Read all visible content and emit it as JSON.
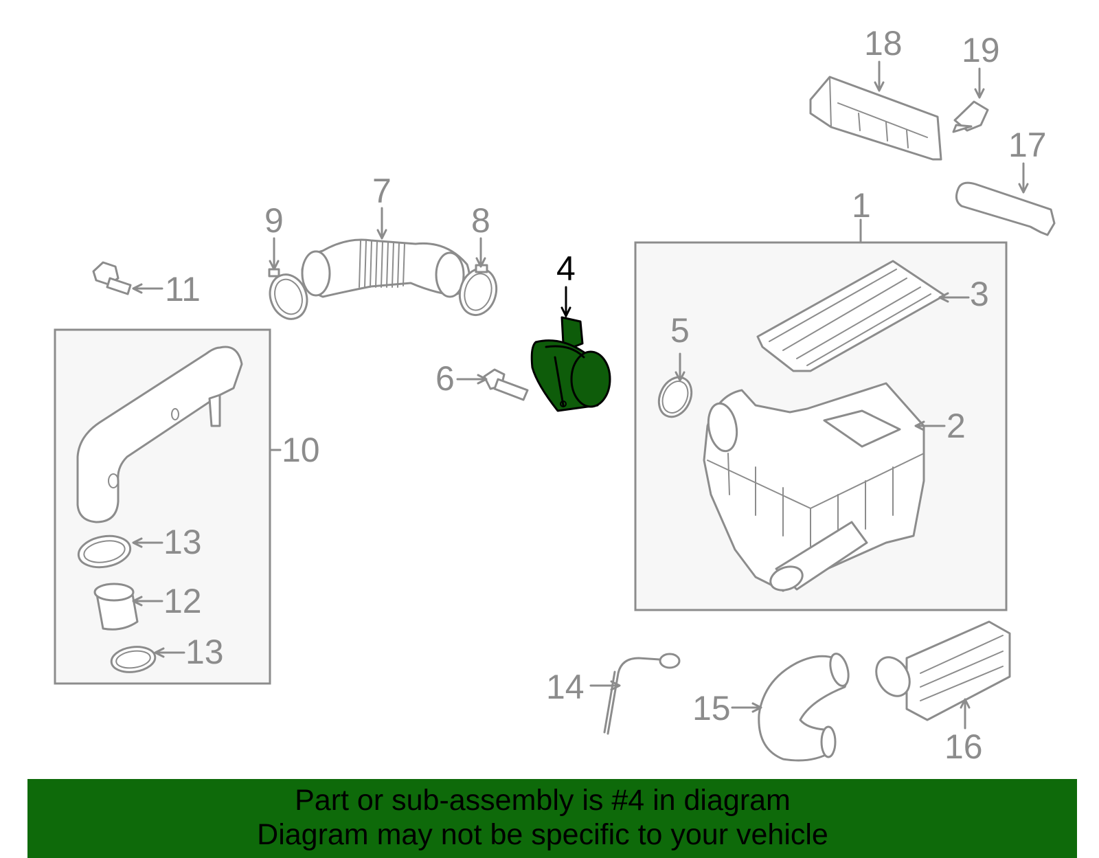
{
  "callouts": {
    "c1": "1",
    "c2": "2",
    "c3": "3",
    "c4": "4",
    "c5": "5",
    "c6": "6",
    "c7": "7",
    "c8": "8",
    "c9": "9",
    "c10": "10",
    "c11": "11",
    "c12": "12",
    "c13a": "13",
    "c13b": "13",
    "c14": "14",
    "c15": "15",
    "c16": "16",
    "c17": "17",
    "c18": "18",
    "c19": "19"
  },
  "highlighted_part": "4",
  "colors": {
    "highlight_fill": "#0e5c0a",
    "banner_bg": "#0e6a0a",
    "line_gray": "#8c8c8c",
    "box_fill": "#f7f7f7"
  },
  "banner": {
    "line1": "Part or sub-assembly is #4 in diagram",
    "line2": "Diagram may not be specific to your vehicle"
  }
}
